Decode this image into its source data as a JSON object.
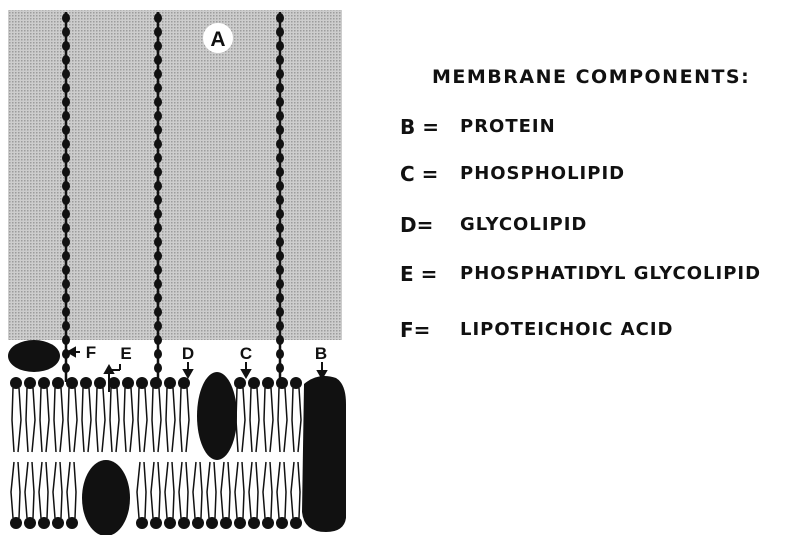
{
  "diagram": {
    "region_label": "A",
    "marker_labels": {
      "F": "F",
      "E": "E",
      "D": "D",
      "C": "C",
      "B": "B"
    }
  },
  "legend": {
    "title": "MEMBRANE COMPONENTS:",
    "items": [
      {
        "key": "B =",
        "desc": "PROTEIN"
      },
      {
        "key": "C =",
        "desc": "PHOSPHOLIPID"
      },
      {
        "key": "D=",
        "desc": "GLYCOLIPID"
      },
      {
        "key": "E =",
        "desc": "PHOSPHATIDYL GLYCOLIPID"
      },
      {
        "key": "F=",
        "desc": "LIPOTEICHOIC ACID"
      }
    ]
  },
  "colors": {
    "ink": "#111111",
    "stipple": "#c4c4c4",
    "background": "#ffffff"
  }
}
